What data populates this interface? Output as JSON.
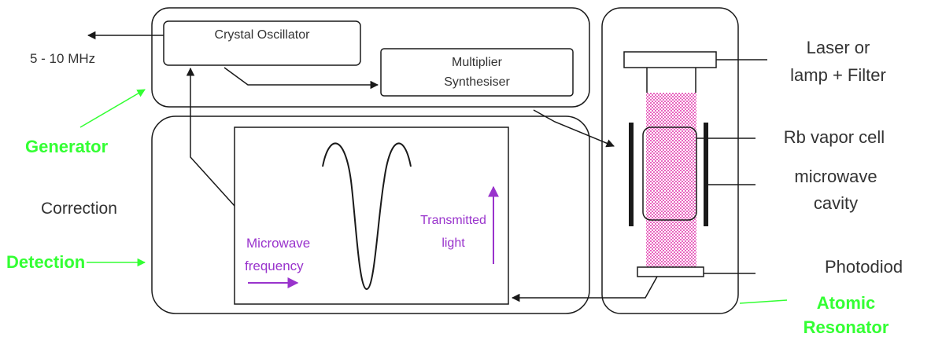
{
  "labels": {
    "output_freq": "5 - 10 MHz",
    "crystal_oscillator": "Crystal Oscillator",
    "multiplier_line1": "Multiplier",
    "multiplier_line2": "Synthesiser",
    "generator": "Generator",
    "correction": "Correction",
    "detection": "Detection",
    "microwave_line1": "Microwave",
    "microwave_line2": "frequency",
    "transmitted_line1": "Transmitted",
    "transmitted_line2": "light",
    "laser_line1": "Laser or",
    "laser_line2": "lamp + Filter",
    "rb_cell": "Rb vapor cell",
    "cavity_line1": "microwave",
    "cavity_line2": "cavity",
    "photodiode": "Photodiod",
    "atomic_line1": "Atomic",
    "atomic_line2": "Resonator"
  },
  "colors": {
    "line": "#1a1a1a",
    "green": "#33ff33",
    "purple": "#9933cc",
    "pink": "#ee88cc",
    "text": "#333333"
  }
}
